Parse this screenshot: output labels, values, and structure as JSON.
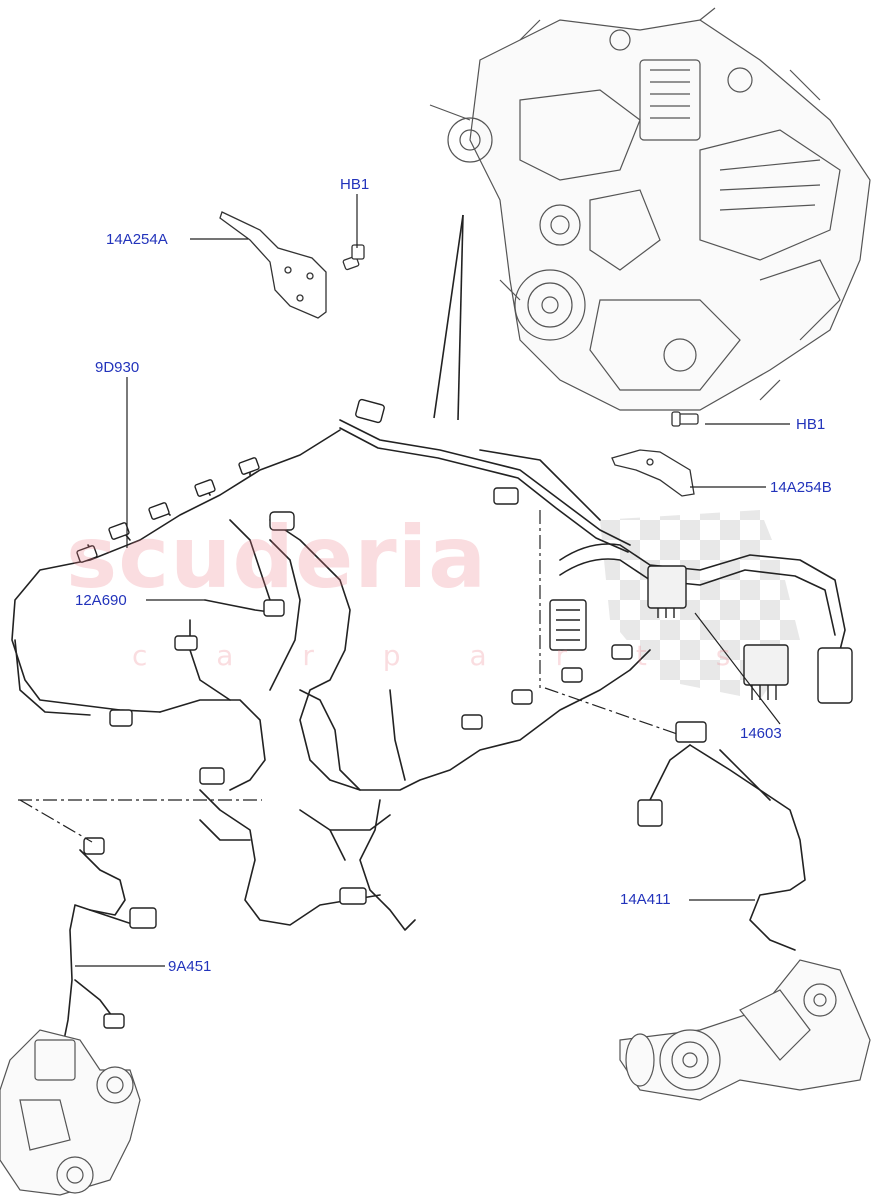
{
  "watermark": {
    "main": "scuderia",
    "sub": "c a r p a r t s",
    "color": "#eb7882"
  },
  "label_color": "#2233bb",
  "callouts": [
    {
      "id": "hb1-top",
      "text": "HB1"
    },
    {
      "id": "14a254a",
      "text": "14A254A"
    },
    {
      "id": "9d930",
      "text": "9D930"
    },
    {
      "id": "hb1-right",
      "text": "HB1"
    },
    {
      "id": "14a254b",
      "text": "14A254B"
    },
    {
      "id": "12a690",
      "text": "12A690"
    },
    {
      "id": "14603",
      "text": "14603"
    },
    {
      "id": "14a411",
      "text": "14A411"
    },
    {
      "id": "9a451",
      "text": "9A451"
    }
  ],
  "parts": [
    {
      "name": "engine-block",
      "icon": "engine-icon"
    },
    {
      "name": "main-wiring-harness",
      "icon": "harness-icon"
    },
    {
      "name": "mounting-bracket-a",
      "icon": "bracket-icon"
    },
    {
      "name": "mounting-bracket-b",
      "icon": "bracket-icon"
    },
    {
      "name": "bolt",
      "icon": "bolt-icon"
    },
    {
      "name": "turbocharger-left",
      "icon": "turbo-icon"
    },
    {
      "name": "turbocharger-right",
      "icon": "turbo-icon"
    },
    {
      "name": "connector-block",
      "icon": "connector-icon"
    }
  ]
}
